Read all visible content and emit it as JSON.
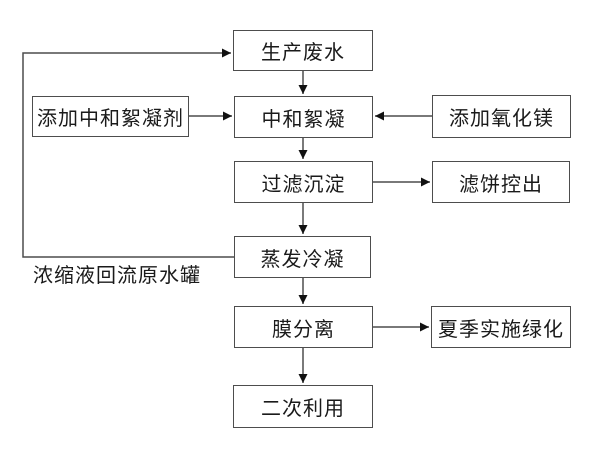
{
  "diagram": {
    "type": "flowchart",
    "background": "#ffffff",
    "colors": {
      "line": "#4d4d4d",
      "arrowhead": "#111111",
      "box_border": "#4d4d4d",
      "box_fill": "#ffffff",
      "text": "#1a1a1a"
    },
    "nodes": {
      "production_wastewater": {
        "label": "生产废水"
      },
      "add_neutralizing_flocculant": {
        "label": "添加中和絮凝剂"
      },
      "neutralization_flocculation": {
        "label": "中和絮凝"
      },
      "add_magnesium_oxide": {
        "label": "添加氧化镁"
      },
      "filtration_sedimentation": {
        "label": "过滤沉淀"
      },
      "filter_cake_discharge": {
        "label": "滤饼控出"
      },
      "evaporation_condensation": {
        "label": "蒸发冷凝"
      },
      "membrane_separation": {
        "label": "膜分离"
      },
      "summer_greening": {
        "label": "夏季实施绿化"
      },
      "secondary_use": {
        "label": "二次利用"
      }
    },
    "annotations": {
      "concentrate_return": "浓缩液回流原水罐"
    },
    "edges": [
      {
        "from": "production_wastewater",
        "to": "neutralization_flocculation"
      },
      {
        "from": "add_neutralizing_flocculant",
        "to": "neutralization_flocculation"
      },
      {
        "from": "add_magnesium_oxide",
        "to": "neutralization_flocculation"
      },
      {
        "from": "neutralization_flocculation",
        "to": "filtration_sedimentation"
      },
      {
        "from": "filtration_sedimentation",
        "to": "filter_cake_discharge"
      },
      {
        "from": "filtration_sedimentation",
        "to": "evaporation_condensation"
      },
      {
        "from": "evaporation_condensation",
        "to": "membrane_separation"
      },
      {
        "from": "evaporation_condensation",
        "to": "production_wastewater",
        "label": "浓缩液回流原水罐"
      },
      {
        "from": "membrane_separation",
        "to": "summer_greening"
      },
      {
        "from": "membrane_separation",
        "to": "secondary_use"
      }
    ]
  }
}
